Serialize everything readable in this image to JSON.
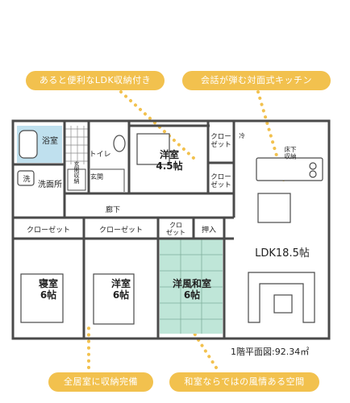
{
  "colors": {
    "callout": "#f2c14e",
    "dots": "#f2c14e",
    "wall": "#4a4a4a",
    "bath": "#bfe0ee",
    "washitsu": "#bfe6d8",
    "tile": "#8a8a8a",
    "text": "#222222"
  },
  "callouts": {
    "top_left": "あると便利なLDK収納付き",
    "top_right": "会話が弾む対面式キッチン",
    "bottom_left": "全居室に収納完備",
    "bottom_right": "和室ならではの風情ある空間"
  },
  "rooms": {
    "bath": "浴室",
    "wash_symbol": "洗",
    "washroom": "洗面所",
    "toilet": "トイレ",
    "genkan": "玄関",
    "shoe_closet": "玄関収納",
    "yoshitsu_top": "洋室\n4.5帖",
    "closet_top": "クロー\nゼット",
    "closet_mid": "クロー\nゼット",
    "yuka_shuno": "床下\n収納",
    "corridor": "廊下",
    "closet_left": "クローゼット",
    "closet_center": "クローゼット",
    "closet_small": "クロ\nゼット",
    "oshiire": "押入",
    "ldk": "LDK18.5帖",
    "shinshitsu": "寝室\n6帖",
    "yoshitsu_bottom": "洋室\n6帖",
    "washitsu": "洋風和室\n6帖",
    "fridge_symbol": "冷"
  },
  "area_caption": "1階平面図:92.34㎡"
}
